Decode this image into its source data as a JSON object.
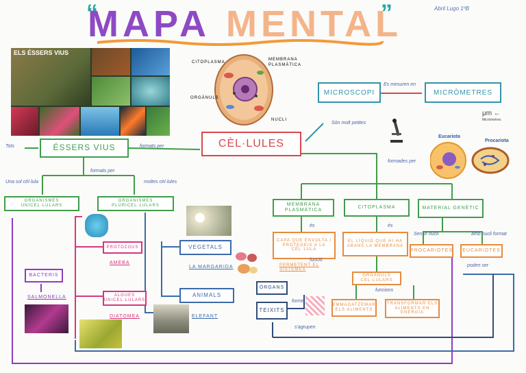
{
  "title": {
    "word1": "MAPA",
    "word2": "MENTAL",
    "quote_open": "“",
    "quote_close": "”"
  },
  "signature": "Abril Lugo 1ºB",
  "collage_title": "ELS ÉSSERS VIUS",
  "cell_labels": {
    "citoplasma": "CITOPLASMA",
    "membrana": "MEMBRANA PLASMÀTICA",
    "organuls": "ORGÀNULS",
    "nucli": "NUCLI"
  },
  "boxes": {
    "essers_vius": "ÉSSERS VIUS",
    "cellules": "CÈL·LULES",
    "microscopi": "MICROSCOPI",
    "micrometres": "MICRÒMETRES",
    "unicellulars": "ORGANISMES UNICEL·LULARS",
    "pluricellulars": "ORGANISMES PLURICEL·LULARS",
    "membrana": "MEMBRANA PLASMÀTICA",
    "citoplasma": "CITOPLASMA",
    "material": "MATERIAL GENÈTIC",
    "capa": "CAPA QUE ENVOLTA I PROTEGEIX A LA CÈL·LULA",
    "liquid": "EL LÍQUID QUE HI HA ABANS LA MEMBRANA",
    "procariotes": "PROCARIOTES",
    "eucariotes": "EUCARIOTES",
    "organuls_cel": "ORGÀNULS CEL·LULARS",
    "emmagatzemar": "EMMAGATZEMAR ELS ALIMENTS",
    "transformar": "TRANSFORMAR ELS ALIMENTS EN ENERGIA",
    "bacteris": "BACTERIS",
    "protozous": "PROTOZOUS",
    "algues": "ALGUES UNICEL·LULARS",
    "vegetals": "VEGETALS",
    "animals": "ANIMALS",
    "organs": "ÒRGANS",
    "teixits": "TEIXITS"
  },
  "sublabels": {
    "permetent": "PERMETENT EL SISTEMES",
    "salmonella": "SALMONELLA",
    "ameba": "AMEBA",
    "diatomea": "DIATOMEA",
    "margarida": "LA MARGARIDA",
    "elefant": "ELEFANT",
    "um": "μm ←",
    "micrometres_small": "Micròmetres"
  },
  "notes": {
    "tots": "Tots",
    "formats_per": "formats per",
    "formats_per2": "formats per",
    "un_sol": "Una sol cèl·lula",
    "moltes": "moltes cèl·lules",
    "es_mesuren": "Es mesuren en",
    "son_molt": "Són molt petites",
    "formades_per": "formades per",
    "es1": "és",
    "es2": "és",
    "funcio1": "funció",
    "funcio2": "funcions",
    "sense_nucli": "Sense nucli",
    "amb_nucli": "amb nucli format",
    "poden_ser": "poden ser",
    "formen": "formen",
    "sagrupen": "s'agrupen",
    "eucariota": "Eucariota",
    "procariota": "Procariota"
  },
  "colors": {
    "purple": "#8e49c4",
    "peach": "#f4b48a",
    "teal": "#2aa7a3",
    "green": "#3f9d4a",
    "red": "#d8474a",
    "orange": "#e88a3c",
    "pink": "#d7367a",
    "blue": "#3a6aa8"
  }
}
